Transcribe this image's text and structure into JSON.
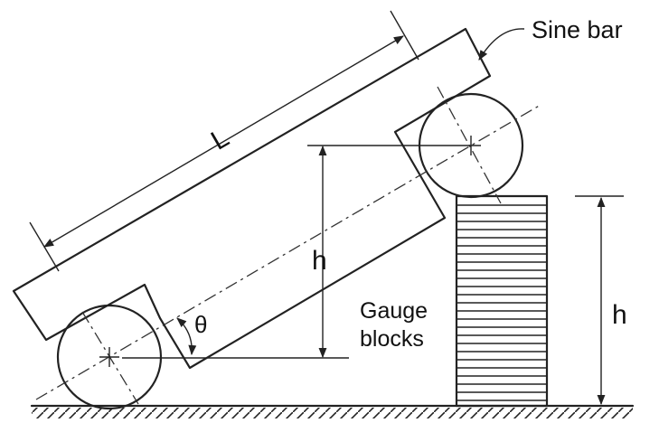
{
  "labels": {
    "sine_bar": "Sine bar",
    "length": "L",
    "height_center": "h",
    "gauge_line1": "Gauge",
    "gauge_line2": "blocks",
    "height_right": "h",
    "angle": "θ"
  }
}
